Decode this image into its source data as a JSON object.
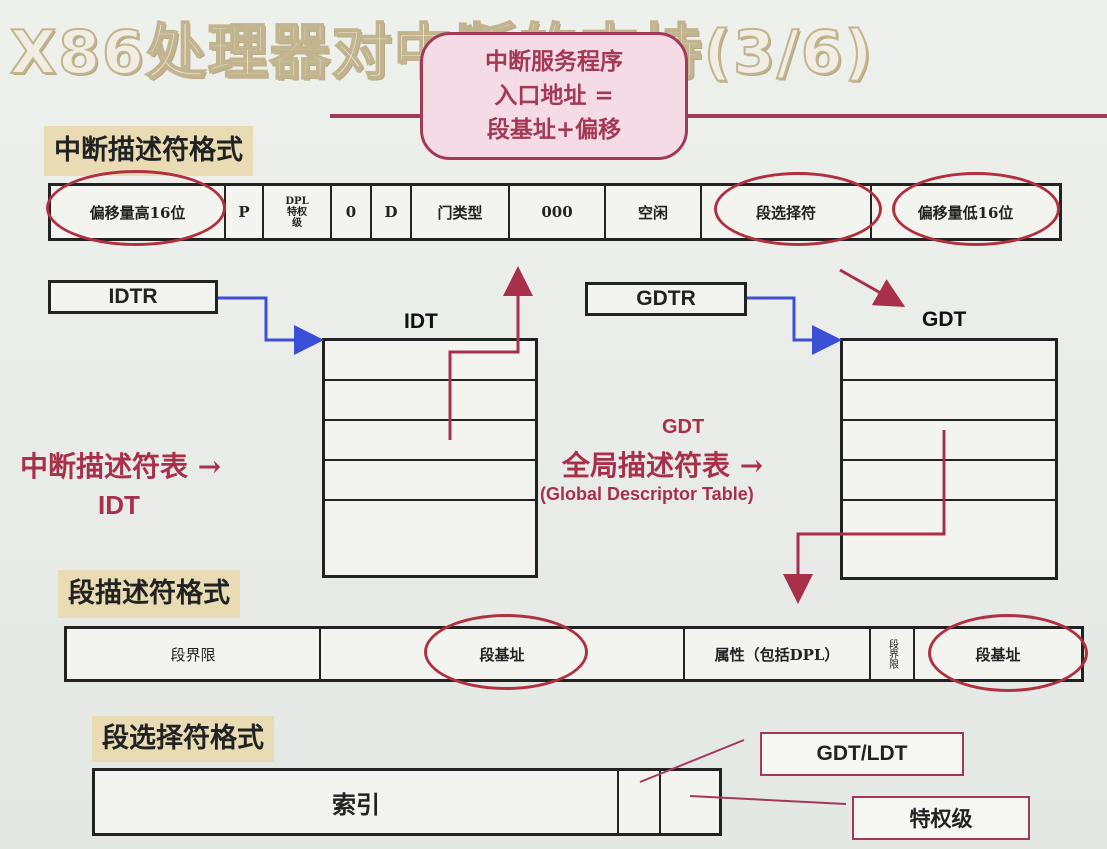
{
  "title": "X86处理器对中断的支持(3/6)",
  "callout": {
    "line1": "中断服务程序",
    "line2": "入口地址 =",
    "line3": "段基址+偏移"
  },
  "interrupt_descriptor": {
    "label": "中断描述符格式",
    "fields": [
      {
        "text": "偏移量高16位"
      },
      {
        "text": "P"
      },
      {
        "text": "DPL",
        "sub1": "特权",
        "sub2": "级"
      },
      {
        "text": "0"
      },
      {
        "text": "D"
      },
      {
        "text": "门类型"
      },
      {
        "text": "000"
      },
      {
        "text": "空闲"
      },
      {
        "text": "段选择符"
      },
      {
        "text": "偏移量低16位"
      }
    ]
  },
  "idtr": "IDTR",
  "idt": "IDT",
  "gdtr": "GDTR",
  "gdt": "GDT",
  "idt_side": {
    "line1": "中断描述符表 →",
    "line2": "IDT"
  },
  "gdt_side": {
    "line1": "GDT",
    "line2": "全局描述符表 →",
    "line3": "(Global Descriptor Table)"
  },
  "segment_descriptor": {
    "label": "段描述符格式",
    "fields": [
      {
        "text": "段界限"
      },
      {
        "text": "段基址"
      },
      {
        "text": "属性（包括DPL）"
      },
      {
        "text": "段界限"
      },
      {
        "text": "段基址"
      }
    ]
  },
  "segment_selector": {
    "label": "段选择符格式",
    "index": "索引",
    "gdt_ldt": "GDT/LDT",
    "privilege": "特权级"
  },
  "colors": {
    "accent": "#a33a55",
    "arrow_blue": "#3a4fd6",
    "ellipse_red": "#b0303f",
    "label_bg": "#e9dcb4"
  }
}
